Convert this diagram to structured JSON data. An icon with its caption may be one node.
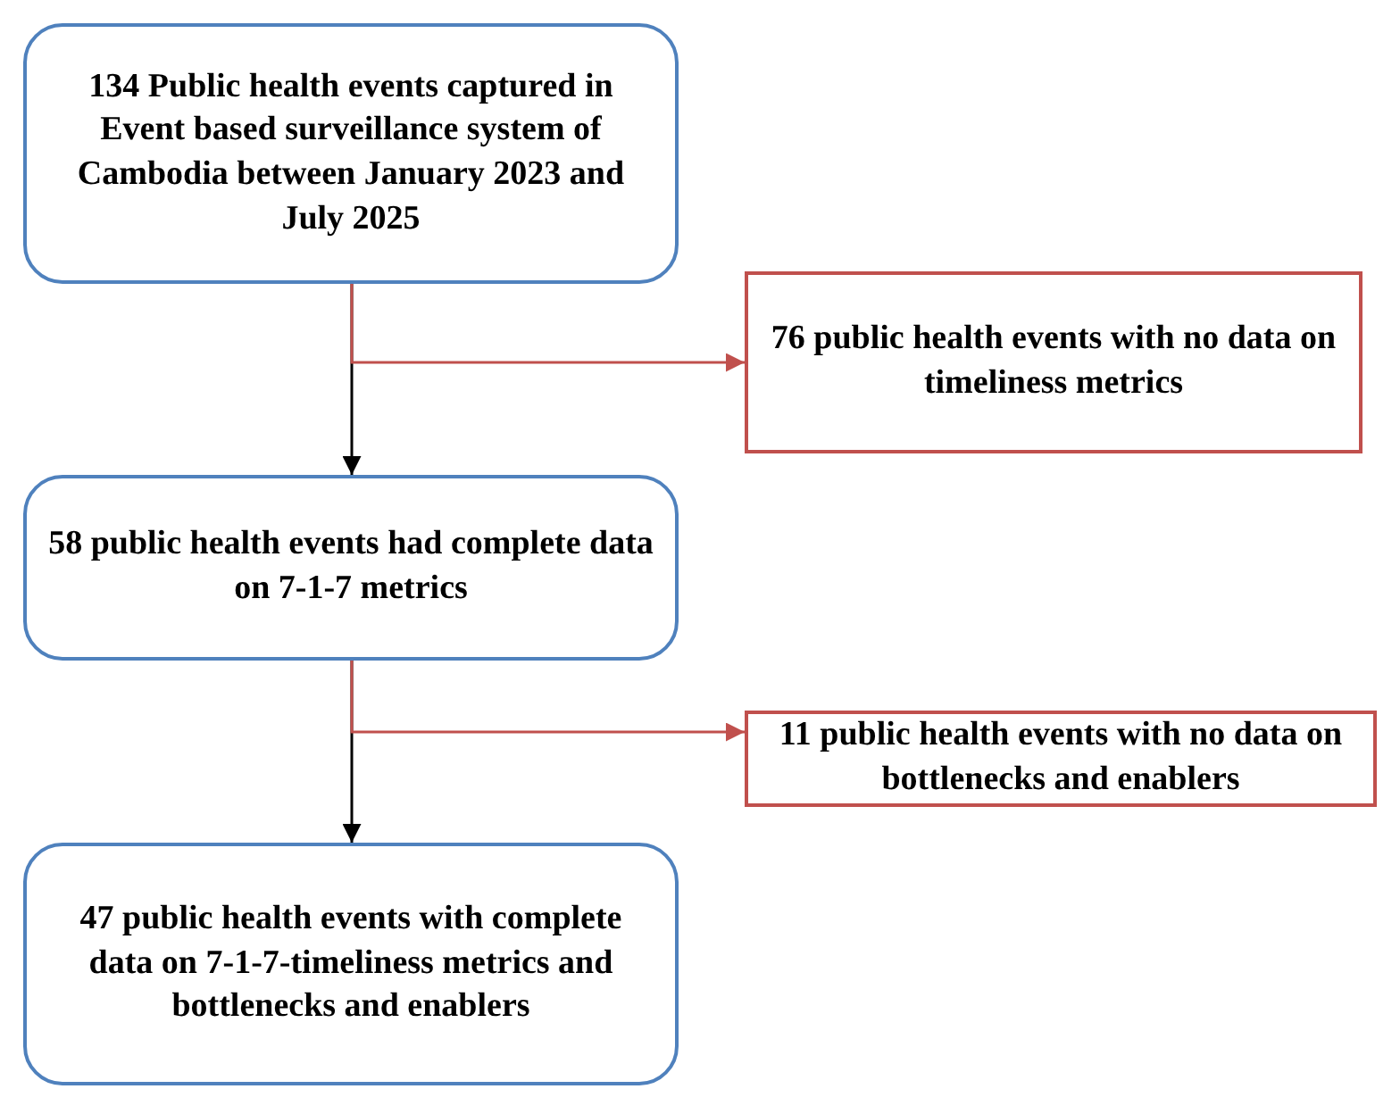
{
  "diagram": {
    "nodes": [
      {
        "text": [
          "134 Public health events captured in Event based surveillance system of Cambodia between January 2023 and July 2025"
        ]
      },
      {
        "text": [
          "76 public health events with no data on timeliness metrics"
        ]
      },
      {
        "text": [
          "58 public health events had complete data on 7-1-7 metrics"
        ]
      },
      {
        "text": [
          "11 public health events with no data on bottlenecks and enablers"
        ]
      },
      {
        "text": [
          "47 public health events with complete data on 7-1-7-timeliness metrics and bottlenecks and enablers"
        ]
      }
    ],
    "edges": [
      {
        "from": 0,
        "to": 2,
        "arrow": "to"
      },
      {
        "from": 0,
        "to": 1,
        "arrow": "to",
        "color": "#c0504d"
      },
      {
        "from": 2,
        "to": 4,
        "arrow": "to"
      },
      {
        "from": 2,
        "to": 3,
        "arrow": "to",
        "color": "#c0504d"
      }
    ]
  }
}
